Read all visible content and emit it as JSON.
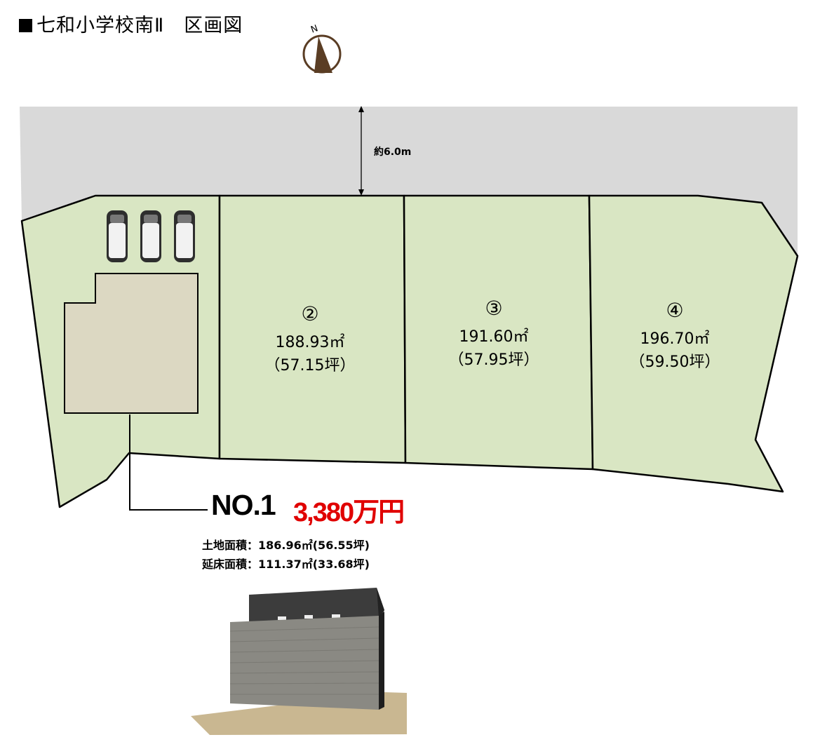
{
  "title": "七和小学校南Ⅱ　区画図",
  "compass": {
    "label": "N"
  },
  "road": {
    "width_label": "約6.0m"
  },
  "lots": [
    {
      "number": "②",
      "area_m2": "188.93㎡",
      "area_tsubo": "（57.15坪）"
    },
    {
      "number": "③",
      "area_m2": "191.60㎡",
      "area_tsubo": "（57.95坪）"
    },
    {
      "number": "④",
      "area_m2": "196.70㎡",
      "area_tsubo": "（59.50坪）"
    }
  ],
  "featured": {
    "name": "NO.1",
    "price": "3,380万円",
    "land_area": "土地面積：186.96㎡(56.55坪)",
    "floor_area": "延床面積：111.37㎡(33.68坪)",
    "parking_spaces": 3
  },
  "colors": {
    "road": "#d9d9d9",
    "lot": "#d9e6c3",
    "building": "#dcd8c2",
    "price": "#e00000",
    "compass": "#5a3d24"
  }
}
